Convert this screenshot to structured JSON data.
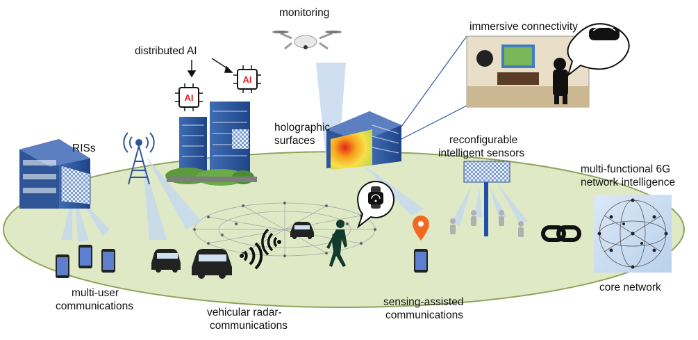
{
  "labels": {
    "monitoring": "monitoring",
    "immersive": "immersive connectivity",
    "distributed_ai": "distributed AI",
    "ai_chip": "AI",
    "holographic_1": "holographic",
    "holographic_2": "surfaces",
    "riss": "RISs",
    "sensors_1": "reconfigurable",
    "sensors_2": "intelligent sensors",
    "network_intel_1": "multi-functional 6G",
    "network_intel_2": "network intelligence",
    "core": "core network",
    "multiuser_1": "multi-user",
    "multiuser_2": "communications",
    "vehicular_1": "vehicular radar-",
    "vehicular_2": "communications",
    "sensing_1": "sensing-assisted",
    "sensing_2": "communications"
  },
  "colors": {
    "ground": "#dfe9c6",
    "ground_edge": "#8fa35a",
    "building_blue": "#2f5597",
    "ai_red": "#e02020",
    "beam": "#c7d9ee",
    "pin": "#f26a21",
    "person": "#123b2c"
  },
  "icons": [
    "drone-icon",
    "ai-chip-icon",
    "antenna-tower-icon",
    "building-icon",
    "smartphone-icon",
    "car-icon",
    "person-icon",
    "smartwatch-icon",
    "vr-headset-icon",
    "link-chain-icon",
    "location-pin-icon",
    "signal-wave-icon"
  ]
}
